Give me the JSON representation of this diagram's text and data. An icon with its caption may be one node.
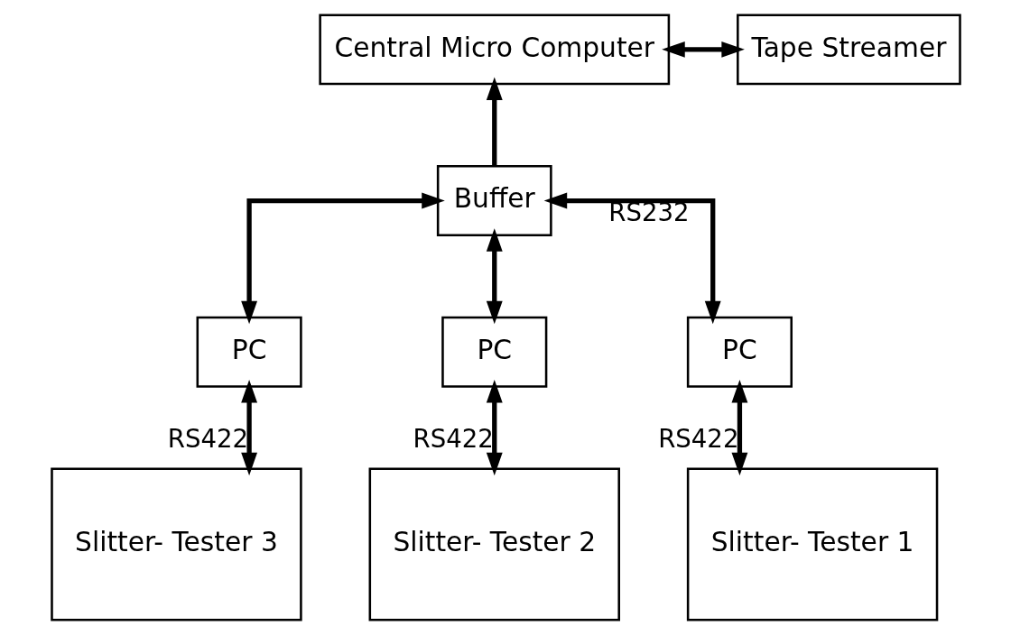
{
  "diagram": {
    "nodes": [
      {
        "text": [
          "Central Micro Computer"
        ]
      },
      {
        "text": [
          "Tape Streamer"
        ]
      },
      {
        "text": [
          "Buffer"
        ]
      },
      {
        "text": [
          "Slitter- Tester 3"
        ]
      },
      {
        "text": [
          "PC"
        ]
      },
      {
        "text": [
          "Slitter- Tester 2"
        ]
      },
      {
        "text": [
          "PC"
        ]
      },
      {
        "text": [
          "Slitter- Tester 1"
        ]
      },
      {
        "text": [
          "PC"
        ]
      }
    ],
    "edges": [
      {
        "from": 0,
        "to": 1,
        "arrow": "both"
      },
      {
        "from": 2,
        "to": 0,
        "arrow": "to"
      },
      {
        "from": 3,
        "to": 4,
        "arrow": "both",
        "label": "RS422"
      },
      {
        "from": 4,
        "to": 2,
        "arrow": "both"
      },
      {
        "from": 5,
        "to": 6,
        "arrow": "both",
        "label": "RS422"
      },
      {
        "from": 6,
        "to": 2,
        "arrow": "both"
      },
      {
        "from": 7,
        "to": 8,
        "arrow": "both",
        "label": "RS422"
      },
      {
        "from": 8,
        "to": 2,
        "arrow": "both",
        "label": "RS232"
      }
    ]
  }
}
